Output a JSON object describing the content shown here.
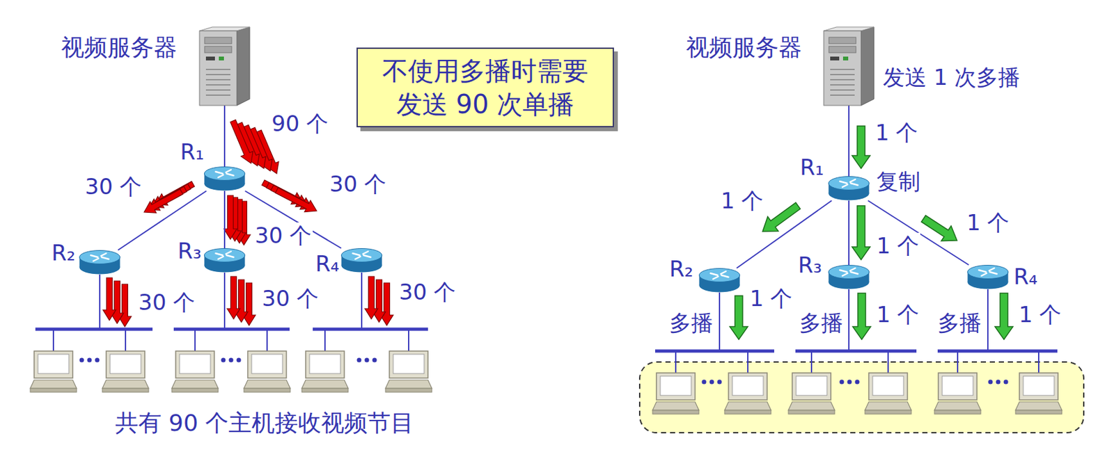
{
  "diagram": {
    "nodes": [
      {
        "text": [
          "视频服务器"
        ]
      },
      {
        "text": [
          "R₁"
        ]
      },
      {
        "text": [
          "R₂"
        ]
      },
      {
        "text": [
          "R₃"
        ]
      },
      {
        "text": [
          "R₄"
        ]
      },
      {
        "text": [
          "不使用多播时需要 发送 90 次单播"
        ]
      },
      {
        "text": [
          "视频服务器"
        ]
      },
      {
        "text": [
          "R₁"
        ]
      },
      {
        "text": [
          "R₂"
        ]
      },
      {
        "text": [
          "R₃"
        ]
      },
      {
        "text": [
          "R₄"
        ]
      }
    ],
    "edges": [
      {
        "from": 0,
        "to": 1,
        "arrow": "none"
      },
      {
        "from": 1,
        "to": 2,
        "arrow": "none"
      },
      {
        "from": 1,
        "to": 3,
        "arrow": "none"
      },
      {
        "from": 1,
        "to": 4,
        "arrow": "none"
      },
      {
        "from": 6,
        "to": 7,
        "arrow": "none"
      },
      {
        "from": 7,
        "to": 8,
        "arrow": "none"
      },
      {
        "from": 7,
        "to": 9,
        "arrow": "none"
      },
      {
        "from": 7,
        "to": 10,
        "arrow": "none"
      }
    ],
    "labels": [
      "90 个",
      "30 个",
      "30 个",
      "30 个",
      "30 个",
      "30 个",
      "30 个",
      "共有 90 个主机接收视频节目",
      "发送 1 次多播",
      "1 个",
      "复制",
      "1 个",
      "1 个",
      "1 个",
      "多播",
      "1 个",
      "多播",
      "1 个",
      "多播",
      "1 个"
    ]
  }
}
